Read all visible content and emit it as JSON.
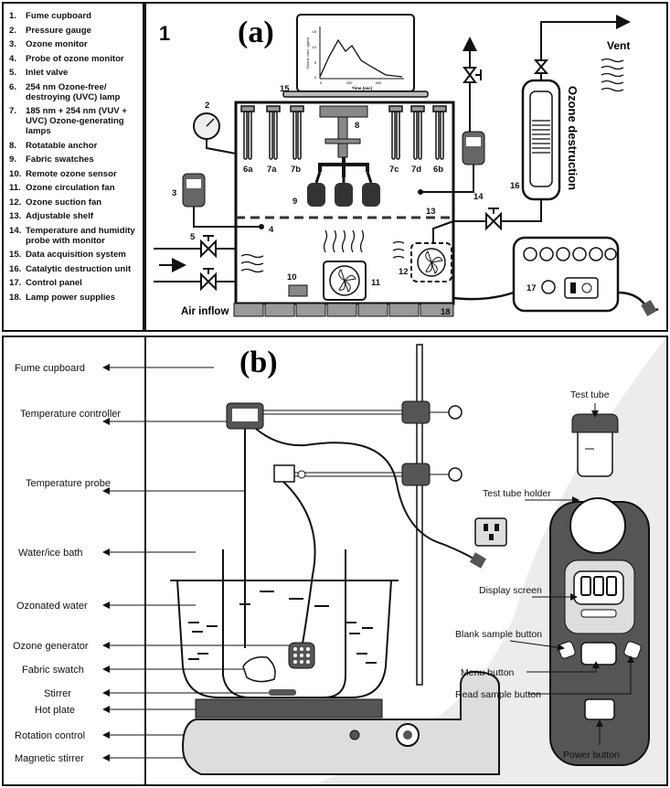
{
  "legend": [
    {
      "num": "1.",
      "text": "Fume cupboard"
    },
    {
      "num": "2.",
      "text": "Pressure gauge"
    },
    {
      "num": "3.",
      "text": "Ozone monitor"
    },
    {
      "num": "4.",
      "text": "Probe of ozone monitor"
    },
    {
      "num": "5.",
      "text": "Inlet valve"
    },
    {
      "num": "6.",
      "text": "254 nm Ozone-free/ destroying (UVC) lamp"
    },
    {
      "num": "7.",
      "text": "185 nm + 254 nm (VUV + UVC) Ozone-generating lamps"
    },
    {
      "num": "8.",
      "text": "Rotatable anchor"
    },
    {
      "num": "9.",
      "text": "Fabric swatches"
    },
    {
      "num": "10.",
      "text": "Remote ozone sensor"
    },
    {
      "num": "11.",
      "text": "Ozone circulation fan"
    },
    {
      "num": "12.",
      "text": "Ozone suction fan"
    },
    {
      "num": "13.",
      "text": "Adjustable shelf"
    },
    {
      "num": "14.",
      "text": "Temperature and humidity probe with monitor"
    },
    {
      "num": "15.",
      "text": "Data acquisition system"
    },
    {
      "num": "16.",
      "text": "Catalytic destruction unit"
    },
    {
      "num": "17.",
      "text": "Control panel"
    },
    {
      "num": "18.",
      "text": "Lamp power supplies"
    }
  ],
  "panel_a": {
    "title": "(a)",
    "corner_number": "1",
    "labels": {
      "n2": "2",
      "n3": "3",
      "n4": "4",
      "n5": "5",
      "n6a": "6a",
      "n6b": "6b",
      "n7a": "7a",
      "n7b": "7b",
      "n7c": "7c",
      "n7d": "7d",
      "n8": "8",
      "n9": "9",
      "n10": "10",
      "n11": "11",
      "n12": "12",
      "n13": "13",
      "n14": "14",
      "n15": "15",
      "n16": "16",
      "n17": "17",
      "n18": "18"
    },
    "air_inflow": "Air inflow",
    "vent": "Vent",
    "ozone_destruction": "Ozone destruction",
    "screen_chart": {
      "ylabel": "Ozone conc. (ppm)",
      "xlabel": "Time (sec)",
      "y_ticks": [
        "0",
        "5",
        "10",
        "15"
      ],
      "x_ticks": [
        "0",
        "200",
        "400"
      ]
    }
  },
  "panel_b": {
    "title": "(b)",
    "left_labels": [
      "Fume cupboard",
      "Temperature controller",
      "Temperature probe",
      "Water/ice bath",
      "Ozonated water",
      "Ozone generator",
      "Fabric swatch",
      "Stirrer",
      "Hot plate",
      "Rotation control",
      "Magnetic stirrer"
    ],
    "right_labels": {
      "test_tube": "Test tube",
      "test_tube_holder": "Test tube holder",
      "display_screen": "Display screen",
      "blank_sample": "Blank sample button",
      "menu": "Menu button",
      "read_sample": "Read sample button",
      "power": "Power button"
    }
  }
}
